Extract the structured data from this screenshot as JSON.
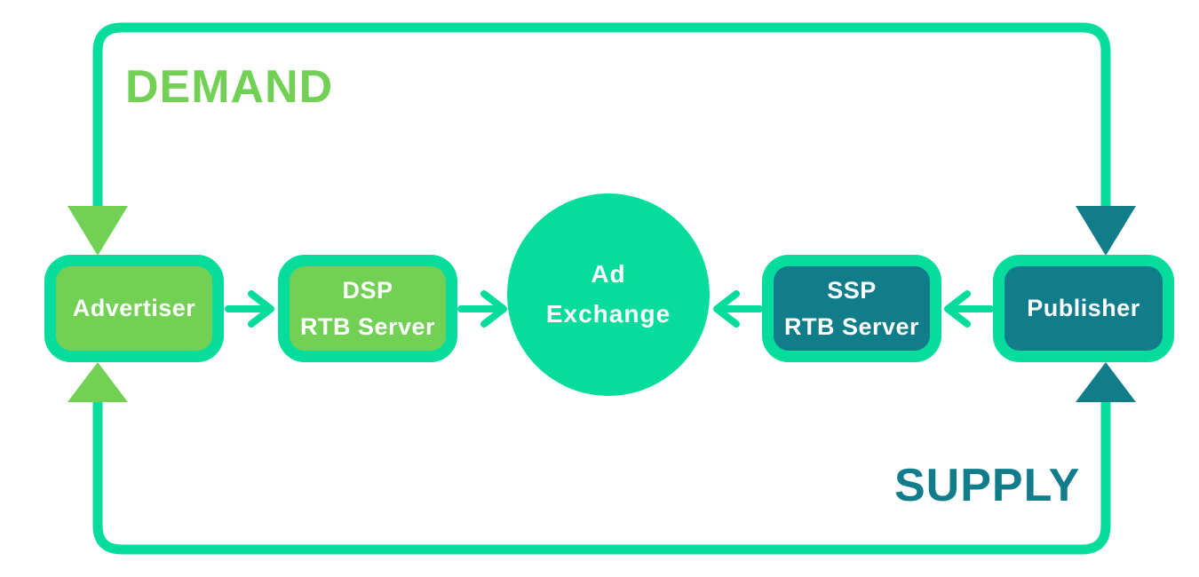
{
  "colors": {
    "spring": "#06DC9C",
    "light_green": "#72D154",
    "teal": "#117D8B",
    "label_text": "#FFFFFF",
    "background": "#FFFFFF"
  },
  "diagram": {
    "demand_label": "DEMAND",
    "supply_label": "SUPPLY",
    "nodes": {
      "advertiser": {
        "label": "Advertiser"
      },
      "dsp": {
        "line1": "DSP",
        "line2": "RTB Server"
      },
      "ad_exchange": {
        "line1": "Ad",
        "line2": "Exchange"
      },
      "ssp": {
        "line1": "SSP",
        "line2": "RTB Server"
      },
      "publisher": {
        "label": "Publisher"
      }
    },
    "icons": {
      "demand_arrow_to_advertiser": "down-arrow",
      "demand_arrow_to_publisher": "down-arrow",
      "supply_arrow_to_advertiser": "up-arrow",
      "supply_arrow_to_publisher": "up-arrow",
      "advertiser_to_dsp": "right-arrow",
      "dsp_to_ad_exchange": "right-arrow",
      "ssp_to_ad_exchange": "left-arrow",
      "publisher_to_ssp": "left-arrow"
    }
  }
}
